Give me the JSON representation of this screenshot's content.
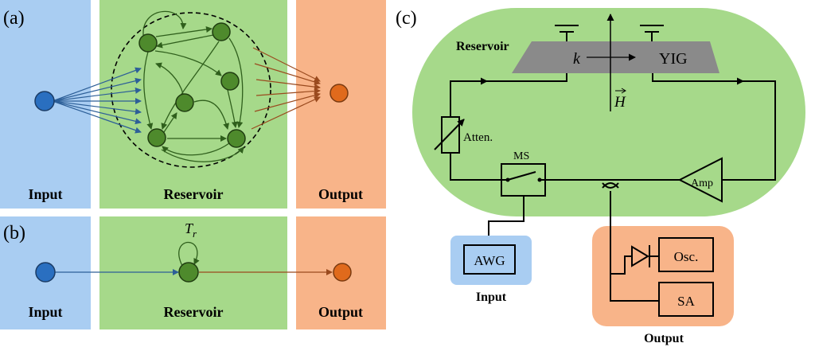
{
  "panel_a": {
    "tag": "(a)",
    "input_label": "Input",
    "reservoir_label": "Reservoir",
    "output_label": "Output"
  },
  "panel_b": {
    "tag": "(b)",
    "input_label": "Input",
    "reservoir_label": "Reservoir",
    "output_label": "Output",
    "loop_label_main": "T",
    "loop_label_sub": "r"
  },
  "panel_c": {
    "tag": "(c)",
    "reservoir_label": "Reservoir",
    "wave_vector": "k",
    "yig": "YIG",
    "field": "H",
    "attenuator": "Atten.",
    "switch": "MS",
    "amplifier": "Amp",
    "awg": "AWG",
    "input_label": "Input",
    "osc": "Osc.",
    "sa": "SA",
    "output_label": "Output"
  },
  "colors": {
    "input_bg": "#a9cdf2",
    "reservoir_bg": "#a6d98a",
    "output_bg": "#f8b489",
    "input_node": "#2a6fc0",
    "reservoir_node": "#4e8a2c",
    "output_node": "#e06a1c",
    "input_arrow": "#2d5f98",
    "output_arrow": "#9a4a1e",
    "yig_fill": "#8a8a8a"
  }
}
